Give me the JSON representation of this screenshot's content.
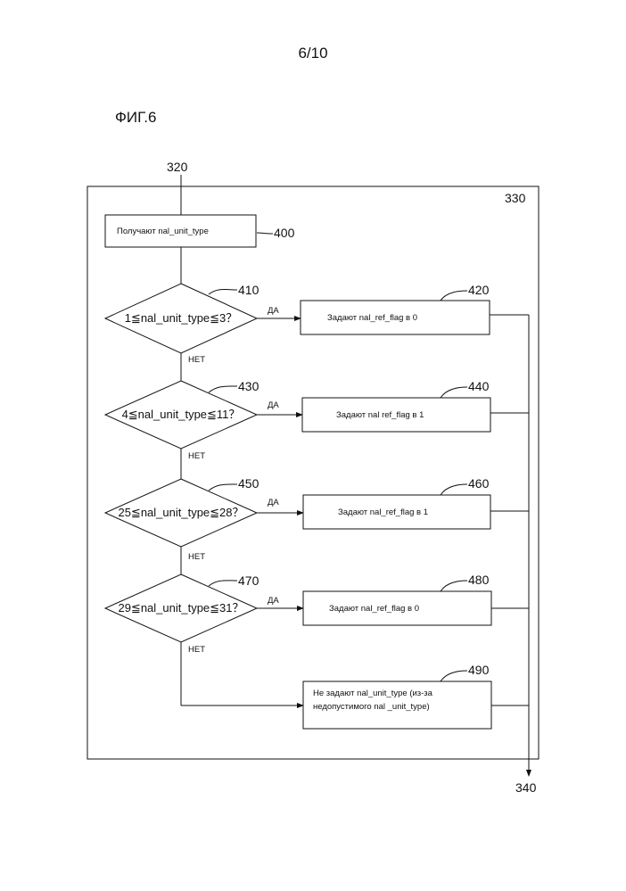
{
  "page_number": "6/10",
  "figure_label": "ФИГ.6",
  "refs": {
    "input": "320",
    "container": "330",
    "output": "340"
  },
  "step_get": {
    "ref": "400",
    "text": "Получают nal_unit_type"
  },
  "decisions": [
    {
      "ref": "410",
      "text": "1≦nal_unit_type≦3？",
      "yes": "ДА",
      "no": "НЕТ"
    },
    {
      "ref": "430",
      "text": "4≦nal_unit_type≦11？",
      "yes": "ДА",
      "no": "НЕТ"
    },
    {
      "ref": "450",
      "text": "25≦nal_unit_type≦28？",
      "yes": "ДА",
      "no": "НЕТ"
    },
    {
      "ref": "470",
      "text": "29≦nal_unit_type≦31？",
      "yes": "ДА",
      "no": "НЕТ"
    }
  ],
  "actions": [
    {
      "ref": "420",
      "text": "Задают nal_ref_flag в 0"
    },
    {
      "ref": "440",
      "text": "Задают nal ref_flag в 1"
    },
    {
      "ref": "460",
      "text": "Задают nal_ref_flag в 1"
    },
    {
      "ref": "480",
      "text": "Задают nal_ref_flag в 0"
    }
  ],
  "fallback": {
    "ref": "490",
    "line1": "Не задают nal_unit_type (из-за",
    "line2": "недопустимого nal _unit_type)"
  }
}
